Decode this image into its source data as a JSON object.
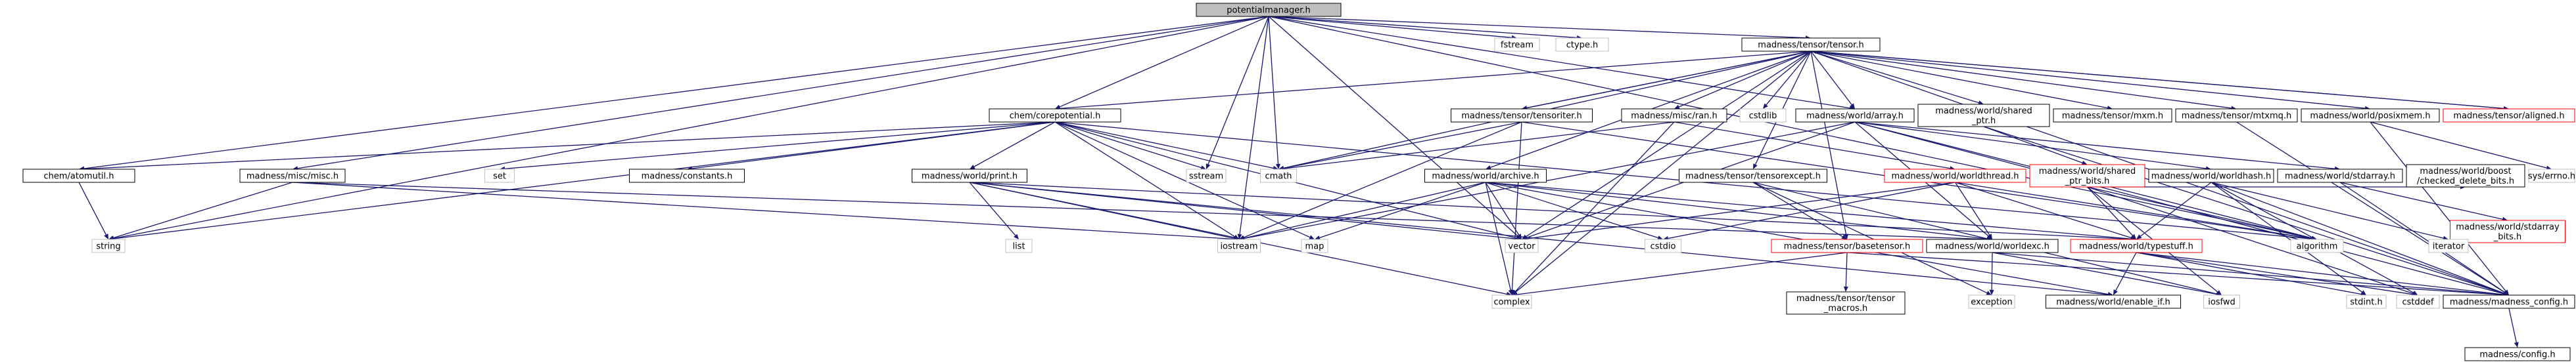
{
  "colors": {
    "edge": "#191970",
    "node_border": "#000000",
    "node_border_incomplete": "#ff0000",
    "root_fill": "#bfbfbf",
    "node_fill": "#ffffff"
  },
  "nodes": [
    {
      "id": "root",
      "label": "potentialmanager.h",
      "style": "root"
    },
    {
      "id": "fstream",
      "label": "fstream",
      "style": "plain"
    },
    {
      "id": "ctype",
      "label": "ctype.h",
      "style": "plain"
    },
    {
      "id": "tensor",
      "label": "madness/tensor/tensor.h",
      "style": "normal"
    },
    {
      "id": "corepot",
      "label": "chem/corepotential.h",
      "style": "normal"
    },
    {
      "id": "tensoriter",
      "label": "madness/tensor/tensoriter.h",
      "style": "normal"
    },
    {
      "id": "ran",
      "label": "madness/misc/ran.h",
      "style": "normal"
    },
    {
      "id": "cstdlib",
      "label": "cstdlib",
      "style": "plain"
    },
    {
      "id": "array",
      "label": "madness/world/array.h",
      "style": "normal"
    },
    {
      "id": "sharedptr",
      "label": [
        "madness/world/shared",
        "_ptr.h"
      ],
      "style": "normal"
    },
    {
      "id": "mxm",
      "label": "madness/tensor/mxm.h",
      "style": "normal"
    },
    {
      "id": "mtxmq",
      "label": "madness/tensor/mtxmq.h",
      "style": "normal"
    },
    {
      "id": "posixmem",
      "label": "madness/world/posixmem.h",
      "style": "normal"
    },
    {
      "id": "aligned",
      "label": "madness/tensor/aligned.h",
      "style": "incomplete"
    },
    {
      "id": "atomutil",
      "label": "chem/atomutil.h",
      "style": "normal"
    },
    {
      "id": "miscmisc",
      "label": "madness/misc/misc.h",
      "style": "normal"
    },
    {
      "id": "set",
      "label": "set",
      "style": "plain"
    },
    {
      "id": "constants",
      "label": "madness/constants.h",
      "style": "normal"
    },
    {
      "id": "print",
      "label": "madness/world/print.h",
      "style": "normal"
    },
    {
      "id": "sstream",
      "label": "sstream",
      "style": "plain"
    },
    {
      "id": "cmath",
      "label": "cmath",
      "style": "plain"
    },
    {
      "id": "archive",
      "label": "madness/world/archive.h",
      "style": "normal"
    },
    {
      "id": "tensorexcept",
      "label": "madness/tensor/tensorexcept.h",
      "style": "normal"
    },
    {
      "id": "worldthread",
      "label": "madness/world/worldthread.h",
      "style": "incomplete"
    },
    {
      "id": "sharedptrbits",
      "label": [
        "madness/world/shared",
        "_ptr_bits.h"
      ],
      "style": "incomplete"
    },
    {
      "id": "worldhash",
      "label": "madness/world/worldhash.h",
      "style": "normal"
    },
    {
      "id": "boostdel",
      "label": [
        "madness/world/boost",
        "/checked_delete_bits.h"
      ],
      "style": "normal"
    },
    {
      "id": "syserrno",
      "label": "sys/errno.h",
      "style": "plain"
    },
    {
      "id": "stdarray",
      "label": "madness/world/stdarray.h",
      "style": "normal"
    },
    {
      "id": "stdarraybits",
      "label": [
        "madness/world/stdarray",
        "_bits.h"
      ],
      "style": "incomplete"
    },
    {
      "id": "string",
      "label": "string",
      "style": "plain"
    },
    {
      "id": "iostream",
      "label": "iostream",
      "style": "plain"
    },
    {
      "id": "list",
      "label": "list",
      "style": "plain"
    },
    {
      "id": "map",
      "label": "map",
      "style": "plain"
    },
    {
      "id": "vector",
      "label": "vector",
      "style": "plain"
    },
    {
      "id": "cstdio",
      "label": "cstdio",
      "style": "plain"
    },
    {
      "id": "basetensor",
      "label": "madness/tensor/basetensor.h",
      "style": "incomplete"
    },
    {
      "id": "worldexc",
      "label": "madness/world/worldexc.h",
      "style": "normal"
    },
    {
      "id": "typestuff",
      "label": "madness/world/typestuff.h",
      "style": "incomplete"
    },
    {
      "id": "algorithm",
      "label": "algorithm",
      "style": "plain"
    },
    {
      "id": "iterator",
      "label": "iterator",
      "style": "plain"
    },
    {
      "id": "complex",
      "label": "complex",
      "style": "plain"
    },
    {
      "id": "tensormacros",
      "label": [
        "madness/tensor/tensor",
        "_macros.h"
      ],
      "style": "normal"
    },
    {
      "id": "exception",
      "label": "exception",
      "style": "plain"
    },
    {
      "id": "enableif",
      "label": "madness/world/enable_if.h",
      "style": "normal"
    },
    {
      "id": "iosfwd",
      "label": "iosfwd",
      "style": "plain"
    },
    {
      "id": "stdint",
      "label": "stdint.h",
      "style": "plain"
    },
    {
      "id": "cstddef",
      "label": "cstddef",
      "style": "plain"
    },
    {
      "id": "madconfig",
      "label": "madness/madness_config.h",
      "style": "normal"
    },
    {
      "id": "config",
      "label": "madness/config.h",
      "style": "normal"
    }
  ],
  "edges": [
    [
      "root",
      "fstream"
    ],
    [
      "root",
      "ctype"
    ],
    [
      "root",
      "tensor"
    ],
    [
      "root",
      "corepot"
    ],
    [
      "root",
      "miscmisc"
    ],
    [
      "root",
      "atomutil"
    ],
    [
      "root",
      "string"
    ],
    [
      "root",
      "iostream"
    ],
    [
      "root",
      "sstream"
    ],
    [
      "root",
      "cmath"
    ],
    [
      "root",
      "vector"
    ],
    [
      "root",
      "array"
    ],
    [
      "root",
      "algorithm"
    ],
    [
      "tensor",
      "tensoriter"
    ],
    [
      "tensor",
      "ran"
    ],
    [
      "tensor",
      "cstdlib"
    ],
    [
      "tensor",
      "sharedptr"
    ],
    [
      "tensor",
      "mxm"
    ],
    [
      "tensor",
      "mtxmq"
    ],
    [
      "tensor",
      "posixmem"
    ],
    [
      "tensor",
      "aligned"
    ],
    [
      "tensor",
      "archive"
    ],
    [
      "tensor",
      "tensorexcept"
    ],
    [
      "tensor",
      "basetensor"
    ],
    [
      "tensor",
      "cmath"
    ],
    [
      "tensor",
      "vector"
    ],
    [
      "tensor",
      "complex"
    ],
    [
      "tensor",
      "madconfig"
    ],
    [
      "tensor",
      "array"
    ],
    [
      "tensoriter",
      "tensor"
    ],
    [
      "tensoriter",
      "iostream"
    ],
    [
      "tensoriter",
      "cmath"
    ],
    [
      "tensoriter",
      "complex"
    ],
    [
      "tensoriter",
      "algorithm"
    ],
    [
      "aligned",
      "tensor"
    ],
    [
      "ran",
      "complex"
    ],
    [
      "ran",
      "worldthread"
    ],
    [
      "ran",
      "cmath"
    ],
    [
      "corepot",
      "atomutil"
    ],
    [
      "corepot",
      "string"
    ],
    [
      "corepot",
      "set"
    ],
    [
      "corepot",
      "constants"
    ],
    [
      "corepot",
      "print"
    ],
    [
      "corepot",
      "sstream"
    ],
    [
      "corepot",
      "cmath"
    ],
    [
      "corepot",
      "iostream"
    ],
    [
      "corepot",
      "vector"
    ],
    [
      "corepot",
      "map"
    ],
    [
      "corepot",
      "algorithm"
    ],
    [
      "corepot",
      "tensor"
    ],
    [
      "atomutil",
      "string"
    ],
    [
      "miscmisc",
      "string"
    ],
    [
      "miscmisc",
      "iostream"
    ],
    [
      "miscmisc",
      "worldexc"
    ],
    [
      "print",
      "iostream"
    ],
    [
      "print",
      "complex"
    ],
    [
      "print",
      "list"
    ],
    [
      "print",
      "vector"
    ],
    [
      "print",
      "typestuff"
    ],
    [
      "print",
      "enableif"
    ],
    [
      "archive",
      "iostream"
    ],
    [
      "archive",
      "map"
    ],
    [
      "archive",
      "vector"
    ],
    [
      "archive",
      "cstdio"
    ],
    [
      "archive",
      "complex"
    ],
    [
      "archive",
      "typestuff"
    ],
    [
      "archive",
      "worldexc"
    ],
    [
      "archive",
      "enableif"
    ],
    [
      "tensorexcept",
      "exception"
    ],
    [
      "tensorexcept",
      "iosfwd"
    ],
    [
      "tensorexcept",
      "basetensor"
    ],
    [
      "basetensor",
      "complex"
    ],
    [
      "basetensor",
      "tensormacros"
    ],
    [
      "basetensor",
      "madconfig"
    ],
    [
      "worldthread",
      "vector"
    ],
    [
      "worldthread",
      "cstdio"
    ],
    [
      "worldthread",
      "worldexc"
    ],
    [
      "worldthread",
      "typestuff"
    ],
    [
      "worldthread",
      "algorithm"
    ],
    [
      "array",
      "vector"
    ],
    [
      "array",
      "worldexc"
    ],
    [
      "array",
      "iostream"
    ],
    [
      "array",
      "algorithm"
    ],
    [
      "array",
      "madconfig"
    ],
    [
      "array",
      "worldhash"
    ],
    [
      "array",
      "stdarray"
    ],
    [
      "sharedptr",
      "sharedptrbits"
    ],
    [
      "sharedptr",
      "madconfig"
    ],
    [
      "sharedptrbits",
      "typestuff"
    ],
    [
      "sharedptrbits",
      "iosfwd"
    ],
    [
      "sharedptrbits",
      "algorithm"
    ],
    [
      "sharedptrbits",
      "cstddef"
    ],
    [
      "sharedptrbits",
      "boostdel"
    ],
    [
      "worldhash",
      "typestuff"
    ],
    [
      "worldhash",
      "stdint"
    ],
    [
      "worldhash",
      "cstddef"
    ],
    [
      "worldhash",
      "iterator"
    ],
    [
      "worldhash",
      "madconfig"
    ],
    [
      "posixmem",
      "syserrno"
    ],
    [
      "posixmem",
      "madconfig"
    ],
    [
      "mtxmq",
      "madconfig"
    ],
    [
      "stdarray",
      "stdarraybits"
    ],
    [
      "stdarray",
      "madconfig"
    ],
    [
      "worldexc",
      "exception"
    ],
    [
      "worldexc",
      "iosfwd"
    ],
    [
      "worldexc",
      "madconfig"
    ],
    [
      "typestuff",
      "enableif"
    ],
    [
      "typestuff",
      "stdint"
    ],
    [
      "typestuff",
      "cstddef"
    ],
    [
      "typestuff",
      "madconfig"
    ],
    [
      "madconfig",
      "config"
    ]
  ]
}
